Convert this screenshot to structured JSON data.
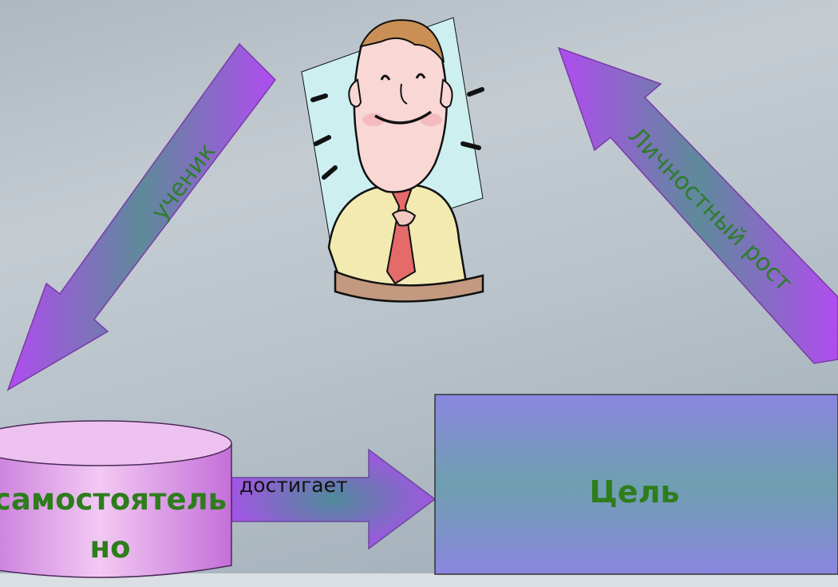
{
  "diagram": {
    "arrow_left_label": "ученик",
    "arrow_right_label": "Личностный рост",
    "small_arrow_label": "достигает",
    "cylinder_label": "самостоятельно",
    "goal_label": "Цель"
  },
  "colors": {
    "arrow_purple": "#b04cf0",
    "arrow_teal": "#5e8a9a",
    "goal_box_top": "#8a86e0",
    "goal_box_mid": "#6f9fb0",
    "cylinder_pink": "#e9b3ec",
    "label_green": "#2e7d1c"
  },
  "icons": {
    "center_clipart": "smiling-businessman-clipart"
  }
}
